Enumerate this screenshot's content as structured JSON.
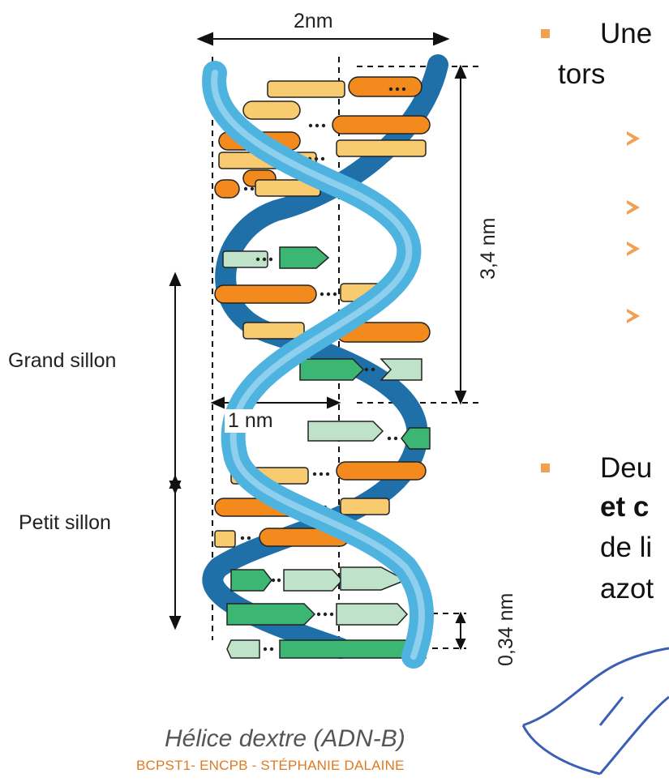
{
  "diagram": {
    "labels": {
      "width": "2nm",
      "pitch": "3,4 nm",
      "groove_major": "Grand sillon",
      "groove_minor": "Petit sillon",
      "one_nm": "1 nm",
      "rise": "0,34 nm"
    },
    "caption": "Hélice dextre (ADN-B)",
    "footer": "BCPST1- ENCPB - STÉPHANIE DALAINE",
    "colors": {
      "strand_light": "#4fb3e0",
      "strand_dark": "#1f6fa8",
      "base_orange": "#f28a1e",
      "base_yellow": "#f8cb70",
      "base_green": "#3cb673",
      "base_lightgreen": "#bfe3c8",
      "bullet": "#f0a050",
      "footer_text": "#e07a22"
    }
  },
  "text_panel": {
    "line1": "Une",
    "line2": "tors",
    "line3": "Deu",
    "line4": "et c",
    "line5": "de li",
    "line6": "azot"
  }
}
